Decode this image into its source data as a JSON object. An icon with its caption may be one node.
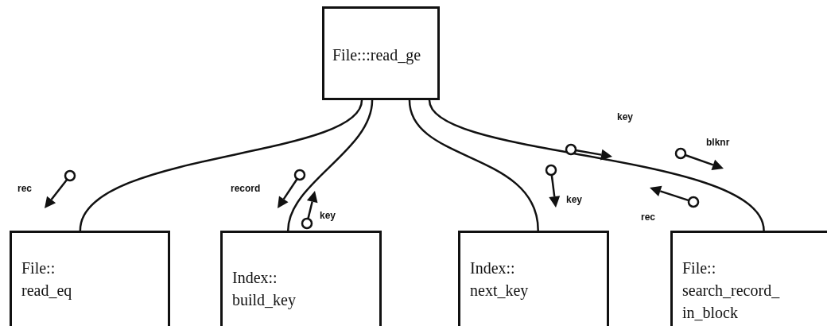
{
  "diagram": {
    "nodes": [
      {
        "text": [
          "File:::read_ge"
        ]
      },
      {
        "text": [
          "File:: read_eq"
        ]
      },
      {
        "text": [
          "Index:: build_key"
        ]
      },
      {
        "text": [
          "Index:: next_key"
        ]
      },
      {
        "text": [
          "File:: search_record_ in_block"
        ]
      }
    ],
    "edges": [
      {
        "from": 0,
        "to": 1,
        "arrow": "none"
      },
      {
        "from": 0,
        "to": 2,
        "arrow": "none"
      },
      {
        "from": 0,
        "to": 3,
        "arrow": "none"
      },
      {
        "from": 0,
        "to": 4,
        "arrow": "none"
      }
    ],
    "labels": [
      "key",
      "blknr",
      "rec",
      "record",
      "key",
      "rec",
      "key"
    ]
  }
}
